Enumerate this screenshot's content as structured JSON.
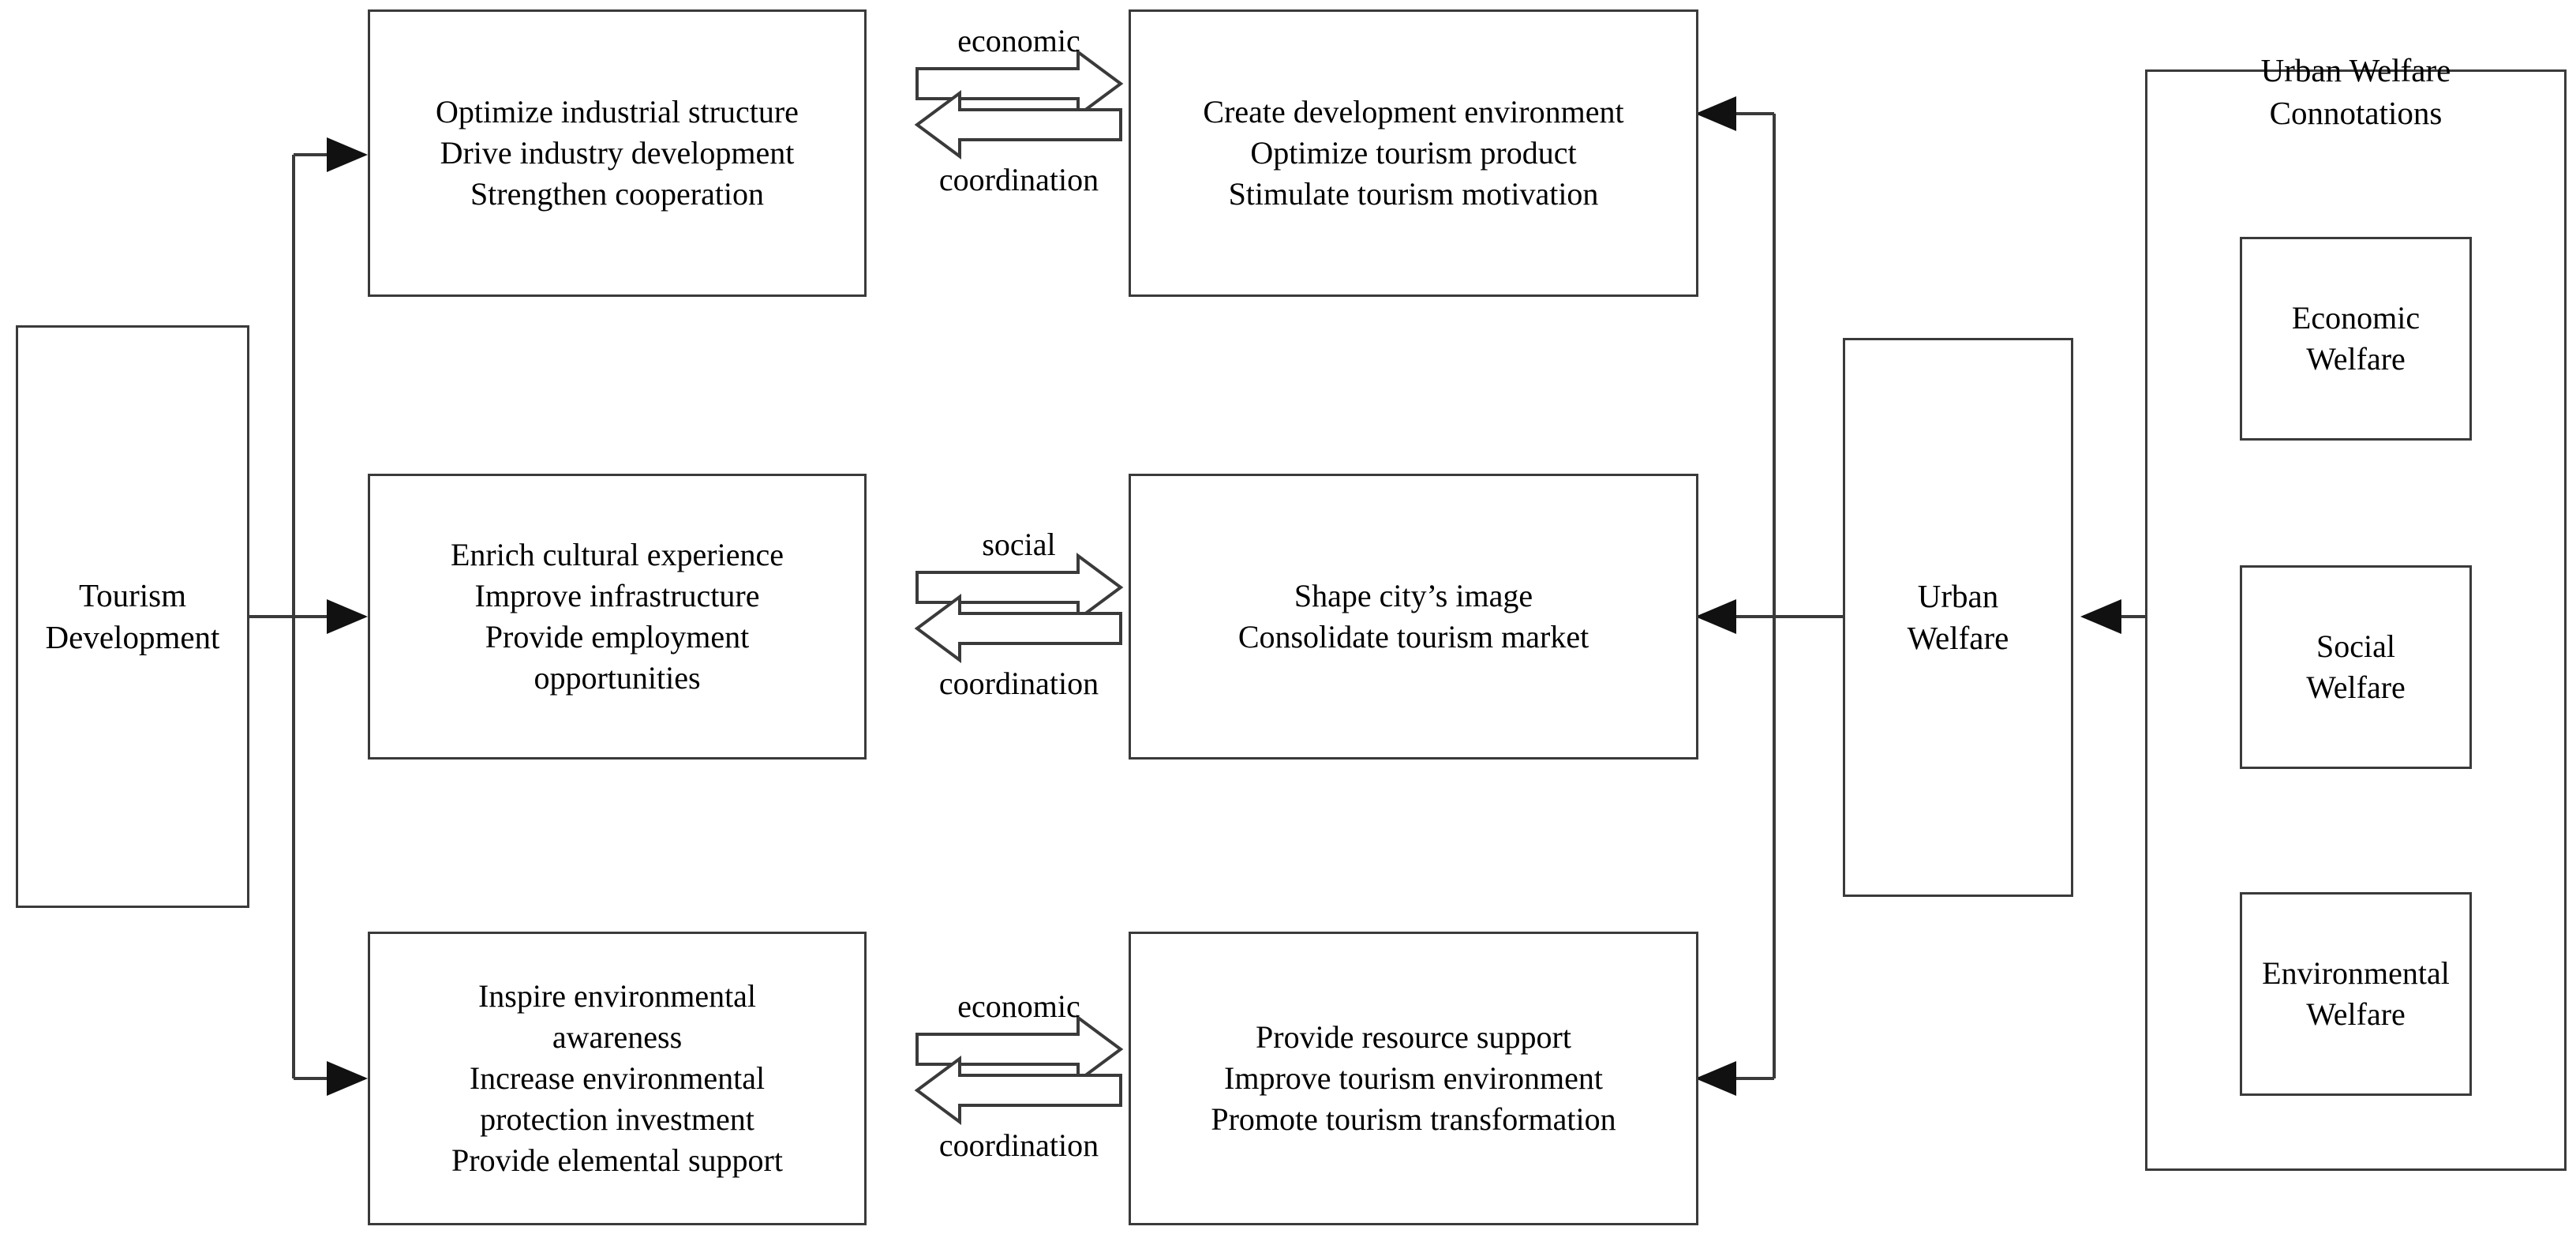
{
  "diagram": {
    "title": "Tourism Development and Urban Welfare Interaction Framework",
    "colors": {
      "stroke": "#3a3a3a",
      "arrow_fill": "#ffffff",
      "text": "#000000",
      "background": "#ffffff"
    }
  },
  "source": {
    "label": "Tourism Development",
    "line1": "Tourism",
    "line2": "Development"
  },
  "rows": [
    {
      "id": "economic-row",
      "left_box": {
        "lines": [
          "Optimize industrial structure",
          "Drive industry development",
          "Strengthen cooperation"
        ]
      },
      "connector": {
        "top_label": "economic",
        "bottom_label": "coordination"
      },
      "right_box": {
        "lines": [
          "Create development environment",
          "Optimize tourism product",
          "Stimulate tourism motivation"
        ]
      }
    },
    {
      "id": "social-row",
      "left_box": {
        "lines": [
          "Enrich cultural experience",
          "Improve infrastructure",
          "Provide employment",
          "opportunities"
        ]
      },
      "connector": {
        "top_label": "social",
        "bottom_label": "coordination"
      },
      "right_box": {
        "lines": [
          "Shape city’s image",
          "Consolidate tourism market"
        ]
      }
    },
    {
      "id": "environmental-row",
      "left_box": {
        "lines": [
          "Inspire environmental",
          "awareness",
          "Increase environmental",
          "protection investment",
          "Provide elemental support"
        ]
      },
      "connector": {
        "top_label": "economic",
        "bottom_label": "coordination"
      },
      "right_box": {
        "lines": [
          "Provide resource support",
          "Improve tourism environment",
          "Promote tourism transformation"
        ]
      }
    }
  ],
  "outcome": {
    "label": "Urban Welfare",
    "line1": "Urban",
    "line2": "Welfare"
  },
  "connotations_panel": {
    "title_line1": "Urban Welfare",
    "title_line2": "Connotations",
    "items": [
      {
        "line1": "Economic",
        "line2": "Welfare"
      },
      {
        "line1": "Social",
        "line2": "Welfare"
      },
      {
        "line1": "Environmental",
        "line2": "Welfare"
      }
    ]
  }
}
